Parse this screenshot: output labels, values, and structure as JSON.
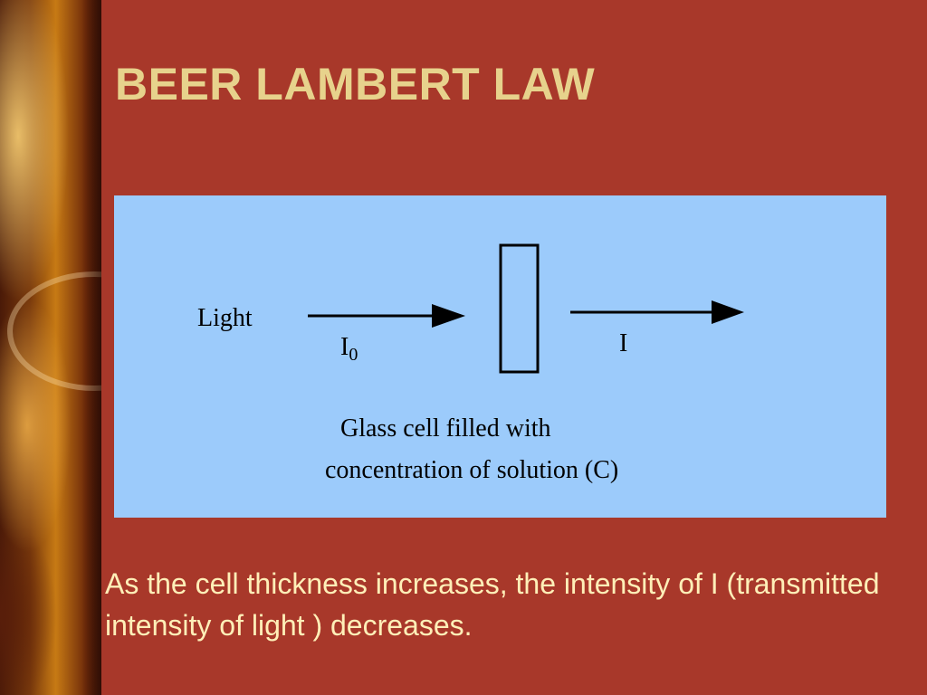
{
  "slide": {
    "title": "BEER LAMBERT LAW",
    "statement": "As the cell thickness increases, the intensity of I (transmitted intensity of light ) decreases."
  },
  "diagram": {
    "light_label": "Light",
    "incident_symbol": "I",
    "incident_subscript": "0",
    "transmitted_symbol": "I",
    "caption_line1": "Glass cell filled with",
    "caption_line2": "concentration of solution (C)"
  },
  "colors": {
    "background": "#a8382a",
    "title": "#e7d28c",
    "panel": "#9ccbfb",
    "statement": "#ffefb8"
  }
}
